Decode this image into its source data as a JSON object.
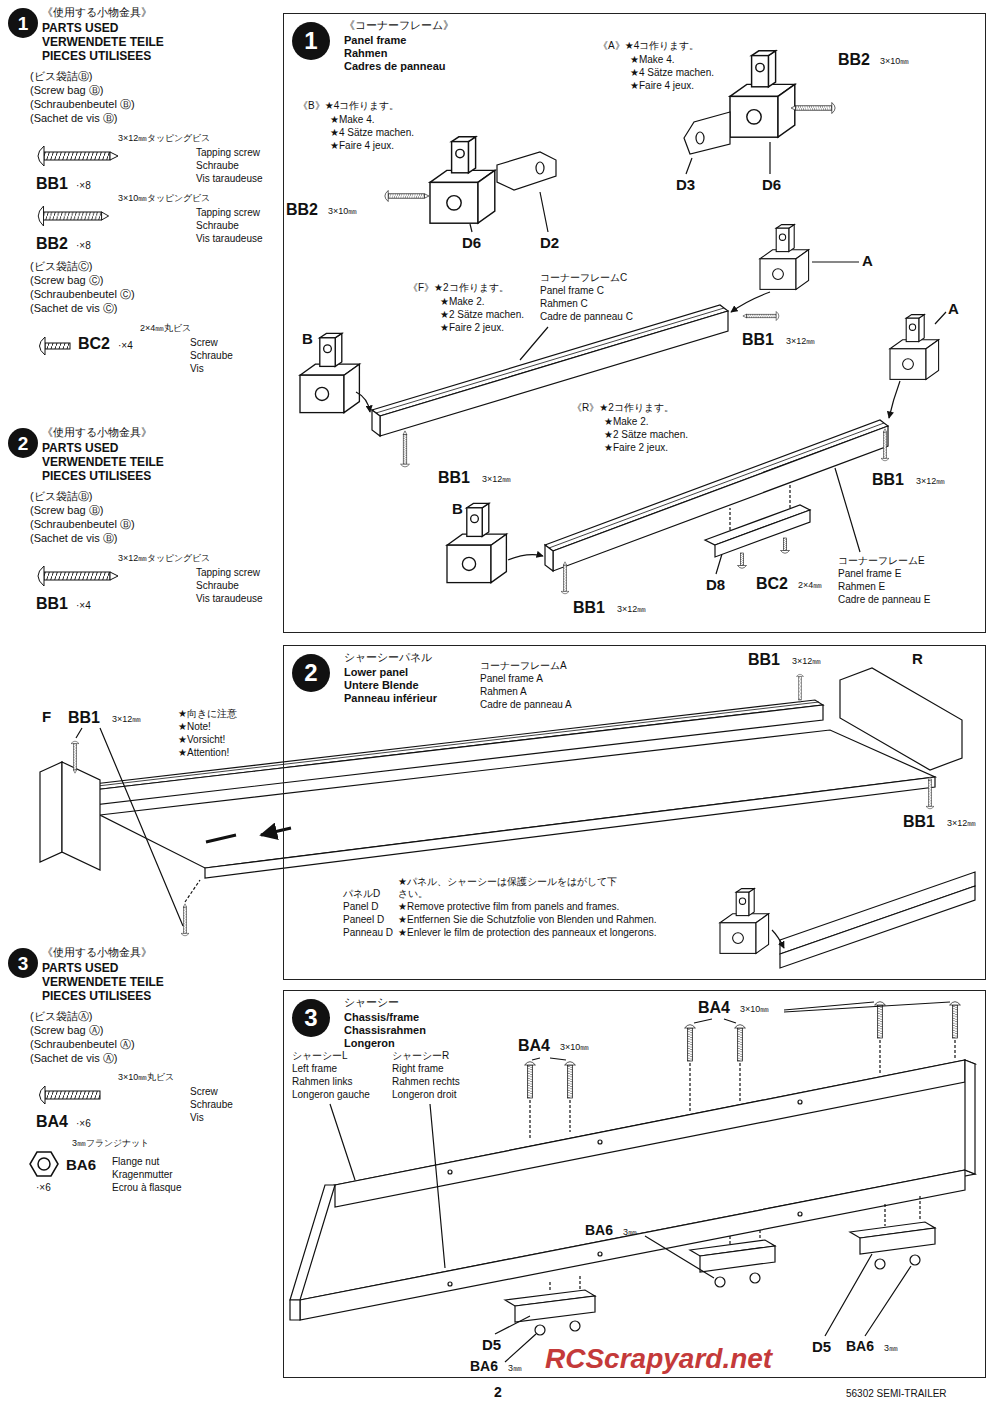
{
  "diagram": {
    "nodes": [
      {
        "text": [
          "1",
          "《コーナーフレーム》",
          "Panel frame",
          "Rahmen",
          "Cadres de panneau"
        ]
      },
      {
        "text": [
          "2",
          "シャーシーパネル",
          "Lower panel",
          "Untere Blende",
          "Panneau inférieur"
        ]
      },
      {
        "text": [
          "3",
          "シャーシー",
          "Chassis/frame",
          "Chassisrahmen",
          "Longeron"
        ]
      }
    ],
    "labels": [
      "1",
      "《使用する小物金具》",
      "PARTS USED",
      "VERWENDETE TEILE",
      "PIECES UTILISEES",
      "(ビス袋詰Ⓑ)",
      "(Screw bag Ⓑ)",
      "(Schraubenbeutel Ⓑ)",
      "(Sachet de vis Ⓑ)",
      "3×12㎜タッピングビス",
      "Tapping screw",
      "Schraube",
      "Vis taraudeuse",
      "BB1",
      "·×8",
      "3×10㎜タッピングビス",
      "Tapping screw",
      "Schraube",
      "Vis taraudeuse",
      "BB2",
      "·×8",
      "(ビス袋詰Ⓒ)",
      "(Screw bag Ⓒ)",
      "(Schraubenbeutel Ⓒ)",
      "(Sachet de vis Ⓒ)",
      "2×4㎜丸ビス",
      "Screw",
      "Schraube",
      "Vis",
      "BC2",
      "·×4",
      "2",
      "《使用する小物金具》",
      "PARTS USED",
      "VERWENDETE TEILE",
      "PIECES UTILISEES",
      "(ビス袋詰Ⓑ)",
      "(Screw bag Ⓑ)",
      "(Schraubenbeutel Ⓑ)",
      "(Sachet de vis Ⓑ)",
      "3×12㎜タッピングビス",
      "Tapping screw",
      "Schraube",
      "Vis taraudeuse",
      "BB1",
      "·×4",
      "3",
      "《使用する小物金具》",
      "PARTS USED",
      "VERWENDETE TEILE",
      "PIECES UTILISEES",
      "(ビス袋詰Ⓐ)",
      "(Screw bag Ⓐ)",
      "(Schraubenbeutel Ⓐ)",
      "(Sachet de vis Ⓐ)",
      "3×10㎜丸ビス",
      "Screw",
      "Schraube",
      "Vis",
      "BA4",
      "·×6",
      "3㎜フランジナット",
      "BA6",
      "·×6",
      "Flange nut",
      "Kragenmutter",
      "Ecrou à flasque",
      "《B》★4コ作ります。",
      "★Make 4.",
      "★4 Sätze machen.",
      "★Faire 4 jeux.",
      "BB2",
      "3×10㎜",
      "D6",
      "D2",
      "《A》★4コ作ります。",
      "★Make 4.",
      "★4 Sätze machen.",
      "★Faire 4 jeux.",
      "BB2",
      "3×10㎜",
      "D3",
      "D6",
      "《F》★2コ作ります。",
      "★Make 2.",
      "★2 Sätze machen.",
      "★Faire 2 jeux.",
      "コーナーフレームC",
      "Panel frame C",
      "Rahmen C",
      "Cadre de panneau C",
      "A",
      "BB1",
      "3×12㎜",
      "A",
      "B",
      "BB1",
      "3×12㎜",
      "《R》★2コ作ります。",
      "★Make 2.",
      "★2 Sätze machen.",
      "★Faire 2 jeux.",
      "BB1",
      "3×12㎜",
      "コーナーフレームE",
      "Panel frame E",
      "Rahmen E",
      "Cadre de panneau E",
      "B",
      "BB1",
      "3×12㎜",
      "D8",
      "BC2",
      "2×4㎜",
      "コーナーフレームA",
      "Panel frame A",
      "Rahmen A",
      "Cadre de panneau A",
      "BB1",
      "3×12㎜",
      "R",
      "F",
      "BB1",
      "3×12㎜",
      "★向きに注意",
      "★Note!",
      "★Vorsicht!",
      "★Attention!",
      "BB1",
      "3×12㎜",
      "パネルD",
      "Panel D",
      "Paneel D",
      "Panneau D",
      "★パネル、シャーシーは保護シールをはがして下さい。",
      "★Remove protective film from panels and frames.",
      "★Entfernen Sie die Schutzfolie von Blenden und Rahmen.",
      "★Enlever le film de protection des panneaux et longerons.",
      "シャーシーL",
      "Left frame",
      "Rahmen links",
      "Longeron gauche",
      "シャーシーR",
      "Right frame",
      "Rahmen rechts",
      "Longeron droit",
      "BA4",
      "3×10㎜",
      "BA4",
      "3×10㎜",
      "D5",
      "BA6",
      "3㎜",
      "BA6",
      "3㎜",
      "D5",
      "BA6",
      "3㎜",
      "2",
      "56302 SEMI-TRAILER",
      "RCScrapyard.net"
    ]
  }
}
